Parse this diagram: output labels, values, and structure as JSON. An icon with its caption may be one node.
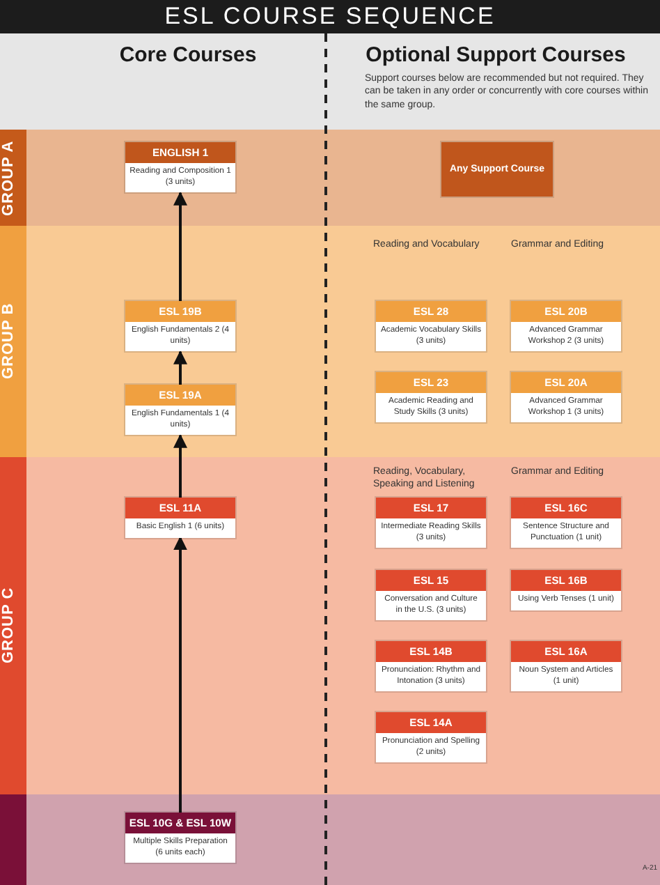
{
  "diagram": {
    "title": "ESL COURSE SEQUENCE",
    "nodes": [
      {
        "text": [
          "GROUP A"
        ]
      },
      {
        "text": [
          "ENGLISH 1",
          "Reading and Composition 1 (3 units)"
        ],
        "in": 0
      },
      {
        "text": [
          "Any Support Course"
        ],
        "in": 0
      },
      {
        "text": [
          "GROUP B"
        ]
      },
      {
        "text": [
          "ESL 19B",
          "English Fundamentals 2 (4 units)"
        ],
        "in": 3
      },
      {
        "text": [
          "ESL 19A",
          "English Fundamentals 1 (4 units)"
        ],
        "in": 3
      },
      {
        "text": [
          "ESL 28",
          "Academic Vocabulary Skills (3 units)"
        ],
        "in": 3
      },
      {
        "text": [
          "ESL 20B",
          "Advanced Grammar Workshop 2 (3 units)"
        ],
        "in": 3
      },
      {
        "text": [
          "ESL 23",
          "Academic Reading and Study Skills (3 units)"
        ],
        "in": 3
      },
      {
        "text": [
          "ESL 20A",
          "Advanced Grammar Workshop 1 (3 units)"
        ],
        "in": 3
      },
      {
        "text": [
          "GROUP C"
        ]
      },
      {
        "text": [
          "ESL 11A",
          "Basic English 1 (6 units)"
        ],
        "in": 10
      },
      {
        "text": [
          "ESL 17",
          "Intermediate Reading Skills (3 units)"
        ],
        "in": 10
      },
      {
        "text": [
          "ESL 16C",
          "Sentence Structure and Punctuation (1 unit)"
        ],
        "in": 10
      },
      {
        "text": [
          "ESL 15",
          "Conversation and Culture in the U.S. (3 units)"
        ],
        "in": 10
      },
      {
        "text": [
          "ESL 16B",
          "Using Verb Tenses (1 unit)"
        ],
        "in": 10
      },
      {
        "text": [
          "ESL 14B",
          "Pronunciation: Rhythm and Intonation (3 units)"
        ],
        "in": 10
      },
      {
        "text": [
          "ESL 16A",
          "Noun System and Articles (1 unit)"
        ],
        "in": 10
      },
      {
        "text": [
          "ESL 14A",
          "Pronunciation and Spelling (2 units)"
        ],
        "in": 10
      },
      {
        "text": [],
        "shape": "band"
      },
      {
        "text": [
          "ESL 10G & ESL 10W",
          "Multiple Skills Preparation (6 units each)"
        ],
        "in": 19
      }
    ],
    "edges": [
      {
        "from": 20,
        "to": 11,
        "arrow": "to"
      },
      {
        "from": 11,
        "to": 5,
        "arrow": "to"
      },
      {
        "from": 5,
        "to": 4,
        "arrow": "to"
      },
      {
        "from": 4,
        "to": 1,
        "arrow": "to"
      }
    ],
    "labels": [
      "Core Courses",
      "Optional Support Courses",
      "Support courses below are recommended but not required. They can be taken in any order or concurrently with core courses within the same group.",
      "Reading and Vocabulary",
      "Grammar and Editing",
      "Reading, Vocabulary, Speaking and Listening",
      "Grammar and Editing",
      "A-21"
    ]
  }
}
